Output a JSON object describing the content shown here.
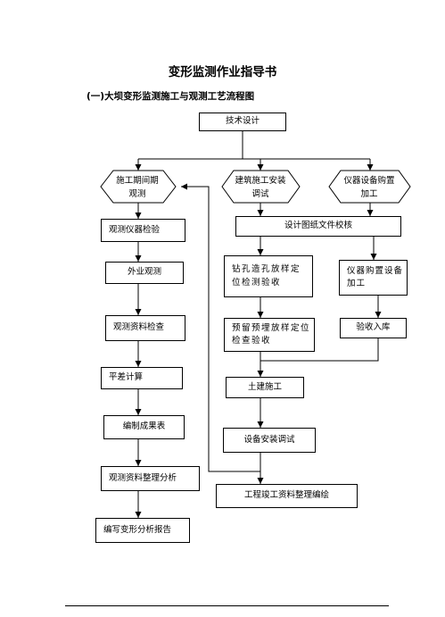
{
  "document": {
    "title": "变形监测作业指导书",
    "subtitle": "(一)大坝变形监测施工与观测工艺流程图"
  },
  "flowchart": {
    "top": "技术设计",
    "branches": {
      "left": "施工期间期观测",
      "middle": "建筑施工安装调试",
      "right": "仪器设备购置加工"
    },
    "left_column": {
      "instrument_check": "观测仪器检验",
      "field_observation": "外业观测",
      "data_check": "观测资料检查",
      "adjustment": "平差计算",
      "results_table": "编制成果表",
      "data_analysis": "观测资料整理分析",
      "report": "编写变形分析报告"
    },
    "drawing_review": "设计图纸文件校核",
    "middle_column": {
      "drilling": "钻孔造孔放样定位检测验收",
      "embedded": "预留预埋放样定位检查验收",
      "civil": "土建施工",
      "installation": "设备安装调试",
      "archive": "工程竣工资料整理编绘"
    },
    "right_column": {
      "purchase": "仪器购置设备加工",
      "acceptance": "验收入库"
    }
  }
}
